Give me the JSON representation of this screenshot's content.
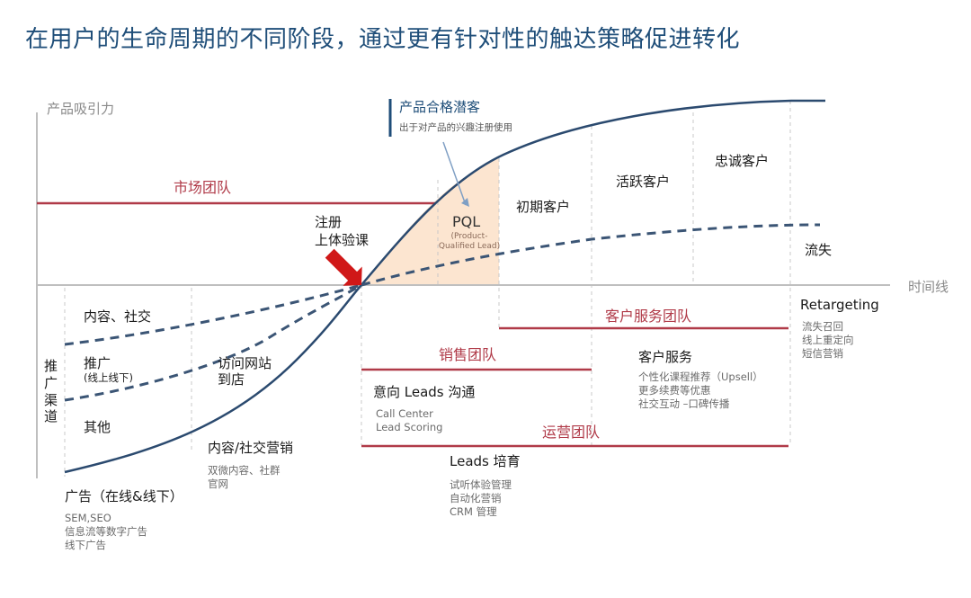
{
  "title": "在用户的生命周期的不同阶段，通过更有针对性的触达策略促进转化",
  "axes": {
    "y_label": "产品吸引力",
    "x_label": "时间线"
  },
  "callout": {
    "title": "产品合格潜客",
    "subtitle": "出于对产品的兴趣注册使用"
  },
  "teams": {
    "marketing": "市场团队",
    "sales": "销售团队",
    "customer_service": "客户服务团队",
    "operations": "运营团队"
  },
  "registration": {
    "line1": "注册",
    "line2": "上体验课"
  },
  "pql": {
    "label": "PQL",
    "sub1": "(Product-",
    "sub2": "Qualified Lead)"
  },
  "customer_stages": {
    "initial": "初期客户",
    "active": "活跃客户",
    "loyal": "忠诚客户",
    "churn": "流失"
  },
  "channels": {
    "vertical_label": "推广渠道",
    "content_social": "内容、社交",
    "promotion": "推广",
    "promotion_sub": "(线上线下)",
    "other": "其他",
    "visit": "访问网站",
    "visit2": "到店"
  },
  "ads": {
    "title": "广告（在线&线下）",
    "items": [
      "SEM,SEO",
      "信息流等数字广告",
      "线下广告"
    ]
  },
  "content_marketing": {
    "title": "内容/社交营销",
    "items": [
      "双微内容、社群",
      "官网"
    ]
  },
  "lead_communication": {
    "title": "意向 Leads 沟通",
    "items": [
      "Call Center",
      "Lead Scoring"
    ]
  },
  "lead_nurturing": {
    "title": "Leads 培育",
    "items": [
      "试听体验管理",
      "自动化营销",
      "CRM 管理"
    ]
  },
  "customer_service": {
    "title": "客户服务",
    "items": [
      "个性化课程推荐（Upsell）",
      "更多续费等优惠",
      "社交互动 –口碑传播"
    ]
  },
  "retargeting": {
    "title": "Retargeting",
    "items": [
      "流失召回",
      "线上重定向",
      "短信营销"
    ]
  },
  "colors": {
    "title": "#1f4e79",
    "curve": "#2b4a6f",
    "team_line": "#b03a48",
    "pql_fill": "#fbe0c8",
    "arrow": "#d01818",
    "axis": "#bfbfbf"
  }
}
